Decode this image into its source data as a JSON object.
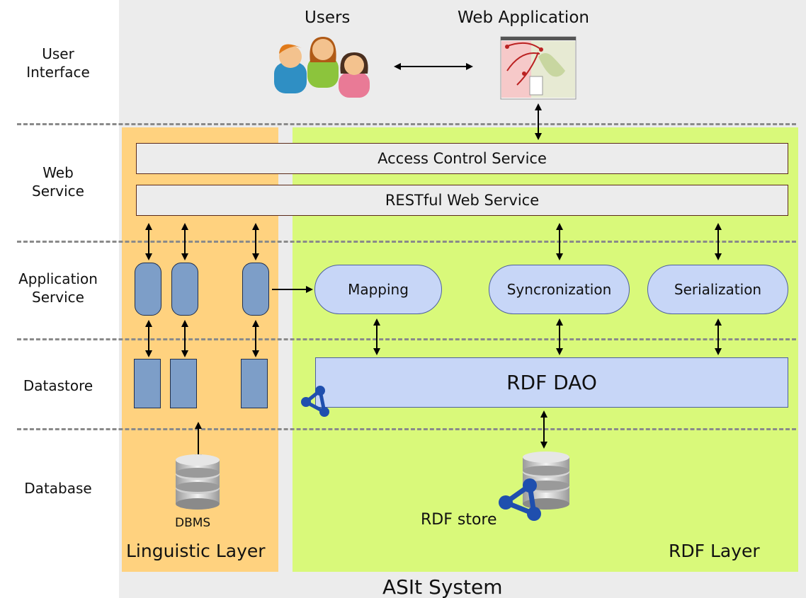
{
  "row_labels": {
    "user_interface": "User\nInterface",
    "web_service": "Web\nService",
    "application_service": "Application\nService",
    "datastore": "Datastore",
    "database": "Database"
  },
  "header": {
    "users_label": "Users",
    "web_app_label": "Web Application"
  },
  "services": {
    "access_control": "Access Control Service",
    "restful": "RESTful Web Service"
  },
  "application": {
    "mapping": "Mapping",
    "sync": "Syncronization",
    "serialization": "Serialization"
  },
  "datastore": {
    "rdf_dao": "RDF DAO"
  },
  "database": {
    "dbms": "DBMS",
    "rdf_store": "RDF store"
  },
  "layers": {
    "linguistic": "Linguistic Layer",
    "rdf": "RDF Layer"
  },
  "system_title": "ASIt System",
  "colors": {
    "system_bg": "#ececec",
    "linguistic_layer": "#ffd27f",
    "rdf_layer": "#d9f97a",
    "component_fill": "#c7d6f7",
    "linguistic_component": "#7d9ec8"
  }
}
